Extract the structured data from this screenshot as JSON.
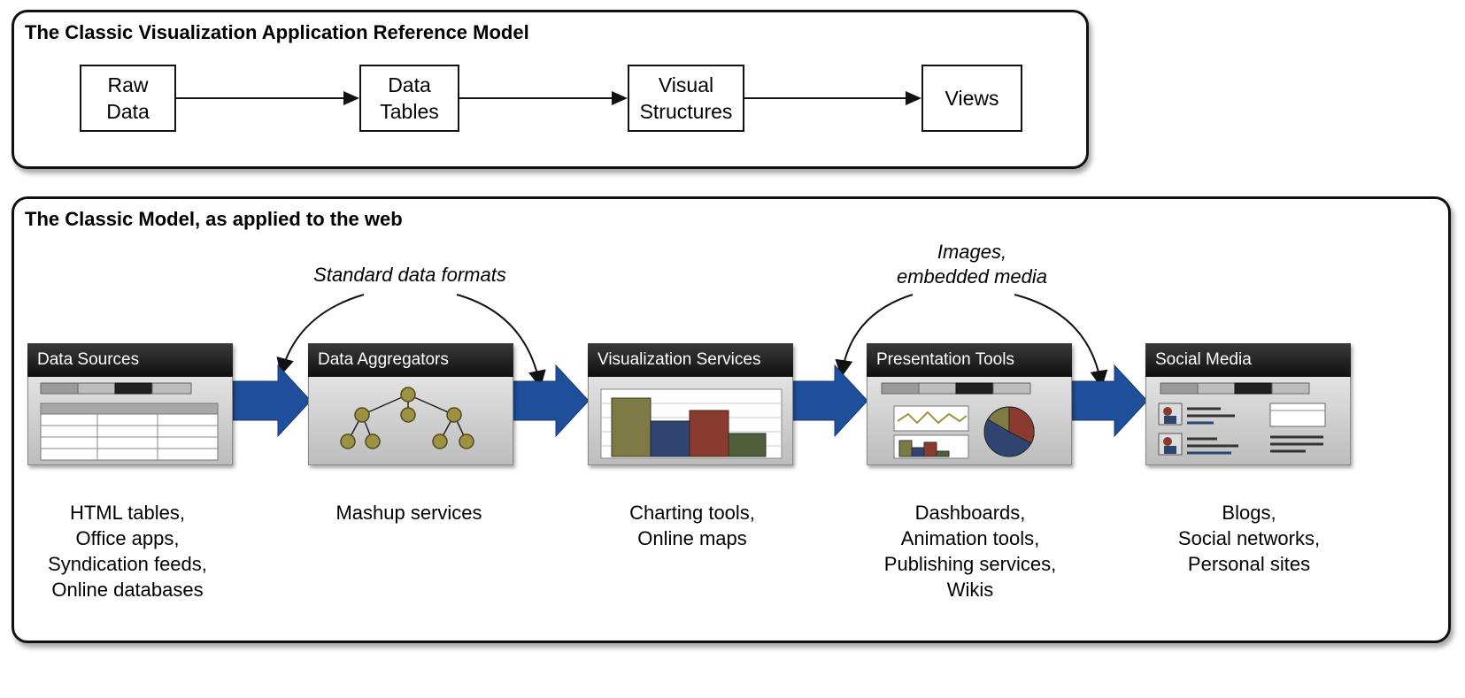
{
  "top_panel": {
    "title": "The Classic Visualization Application Reference Model",
    "steps": [
      {
        "lines": [
          "Raw",
          "Data"
        ]
      },
      {
        "lines": [
          "Data",
          "Tables"
        ]
      },
      {
        "lines": [
          "Visual",
          "Structures"
        ]
      },
      {
        "lines": [
          "Views"
        ]
      }
    ]
  },
  "bottom_panel": {
    "title": "The Classic Model, as applied to the web",
    "annotations": [
      {
        "lines": [
          "Standard data formats"
        ]
      },
      {
        "lines": [
          "Images,",
          "embedded media"
        ]
      }
    ],
    "stages": [
      {
        "title": "Data Sources",
        "icon": "table-window-icon",
        "caption": [
          "HTML tables,",
          "Office apps,",
          "Syndication feeds,",
          "Online databases"
        ]
      },
      {
        "title": "Data Aggregators",
        "icon": "tree-hierarchy-icon",
        "caption": [
          "Mashup services"
        ]
      },
      {
        "title": "Visualization Services",
        "icon": "bar-chart-icon",
        "caption": [
          "Charting tools,",
          "Online maps"
        ]
      },
      {
        "title": "Presentation Tools",
        "icon": "dashboard-window-icon",
        "caption": [
          "Dashboards,",
          "Animation tools,",
          "Publishing services,",
          "Wikis"
        ]
      },
      {
        "title": "Social Media",
        "icon": "social-feed-window-icon",
        "caption": [
          "Blogs,",
          "Social networks,",
          "Personal sites"
        ]
      }
    ],
    "colors": {
      "flow_arrow": "#1f4f9a",
      "card_header": "#1a1a1a",
      "bar_olive": "#7d7a45",
      "bar_blue": "#2f4470",
      "bar_red": "#8a3a2e",
      "bar_green": "#4f5f3a"
    }
  }
}
